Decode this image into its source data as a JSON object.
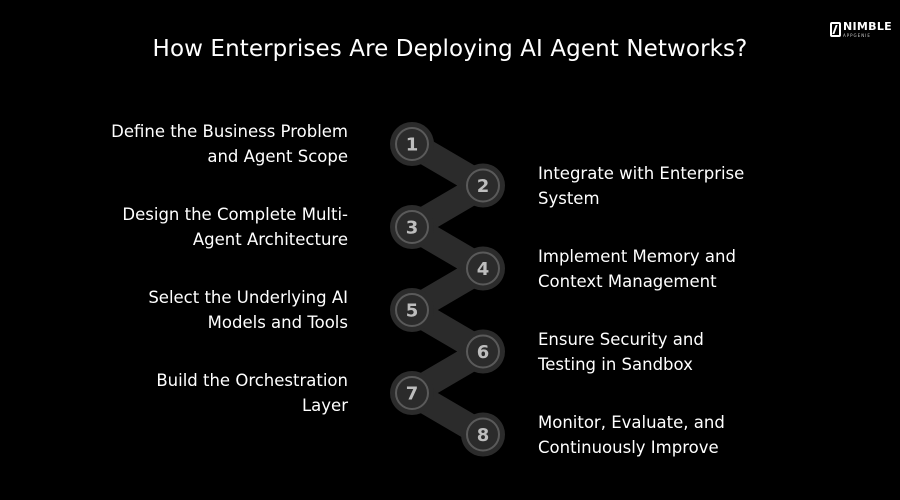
{
  "title": "How Enterprises Are Deploying AI Agent Networks?",
  "logo": {
    "name": "NIMBLE",
    "tagline": "APPGENIE"
  },
  "steps": [
    {
      "number": "1",
      "label": "Define the Business Problem and Agent Scope",
      "side": "left"
    },
    {
      "number": "2",
      "label": "Integrate with Enterprise System",
      "side": "right"
    },
    {
      "number": "3",
      "label": "Design the Complete Multi-Agent Architecture",
      "side": "left"
    },
    {
      "number": "4",
      "label": "Implement Memory and Context Management",
      "side": "right"
    },
    {
      "number": "5",
      "label": "Select the Underlying AI Models and Tools",
      "side": "left"
    },
    {
      "number": "6",
      "label": "Ensure Security and Testing in Sandbox",
      "side": "right"
    },
    {
      "number": "7",
      "label": "Build the Orchestration Layer",
      "side": "left"
    },
    {
      "number": "8",
      "label": "Monitor, Evaluate, and Continuously Improve",
      "side": "right"
    }
  ],
  "colors": {
    "background": "#000000",
    "text": "#ffffff",
    "node_fill": "#2b2b2b",
    "node_ring": "#5a5a5a",
    "node_number": "#bdbdbd",
    "connector": "#2b2b2b"
  }
}
